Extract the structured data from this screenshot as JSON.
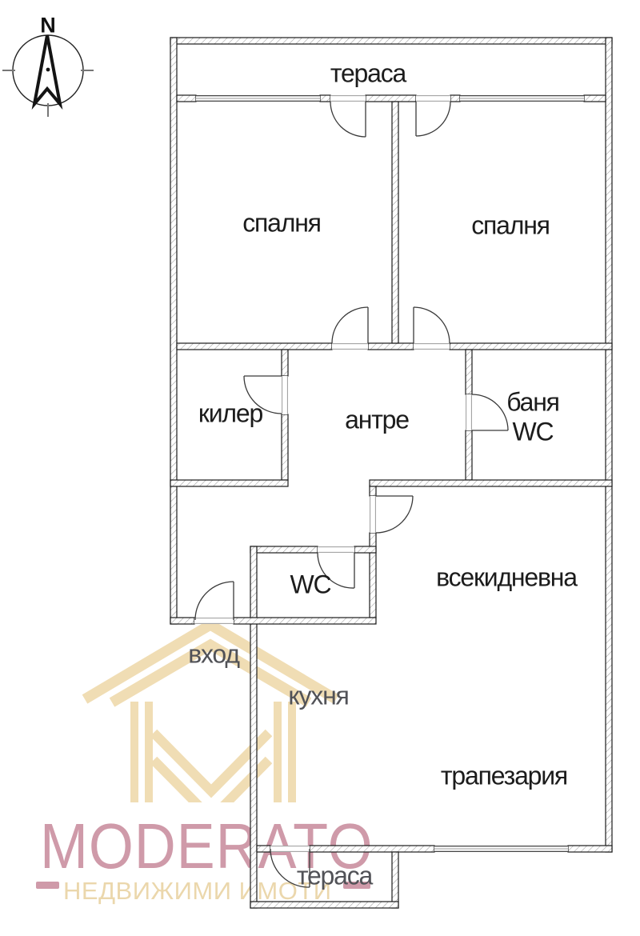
{
  "compass": {
    "north_label": "N"
  },
  "rooms": {
    "terrace_top": {
      "label": "тераса"
    },
    "bedroom_left": {
      "label": "спалня"
    },
    "bedroom_right": {
      "label": "спалня"
    },
    "closet": {
      "label": "килер"
    },
    "hallway": {
      "label": "антре"
    },
    "bathroom": {
      "label": "баня",
      "sublabel": "WC"
    },
    "toilet": {
      "label": "WC"
    },
    "living_room": {
      "label": "всекидневна"
    },
    "entrance": {
      "label": "вход"
    },
    "kitchen": {
      "label": "кухня"
    },
    "dining_room": {
      "label": "трапезария"
    },
    "terrace_bottom": {
      "label": "тераса"
    }
  },
  "watermark": {
    "wordmark": "MODERATO",
    "tagline": "НЕДВИЖИМИ ИМОТИ",
    "pink": "#cf9aa9",
    "beige": "#f0ddb4"
  },
  "colors": {
    "background": "#ffffff",
    "wall_line": "#1b1b1b",
    "wall_hatch": "#9a9a9a",
    "door_line": "#3a3a3a",
    "label_black": "#1c1c1c",
    "label_gray": "#515257"
  }
}
